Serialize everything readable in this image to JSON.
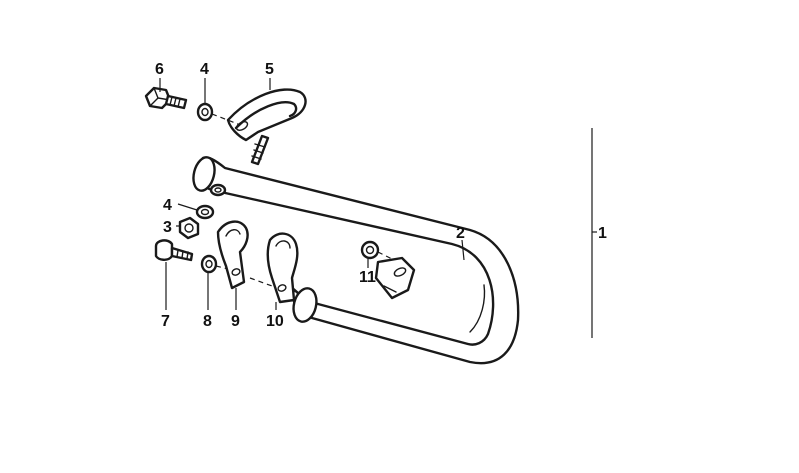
{
  "callouts": [
    {
      "id": "label-1",
      "text": "1"
    },
    {
      "id": "label-2",
      "text": "2"
    },
    {
      "id": "label-3",
      "text": "3"
    },
    {
      "id": "label-4a",
      "text": "4"
    },
    {
      "id": "label-4b",
      "text": "4"
    },
    {
      "id": "label-5",
      "text": "5"
    },
    {
      "id": "label-6",
      "text": "6"
    },
    {
      "id": "label-7",
      "text": "7"
    },
    {
      "id": "label-8",
      "text": "8"
    },
    {
      "id": "label-9",
      "text": "9"
    },
    {
      "id": "label-10",
      "text": "10"
    },
    {
      "id": "label-11",
      "text": "11"
    }
  ]
}
